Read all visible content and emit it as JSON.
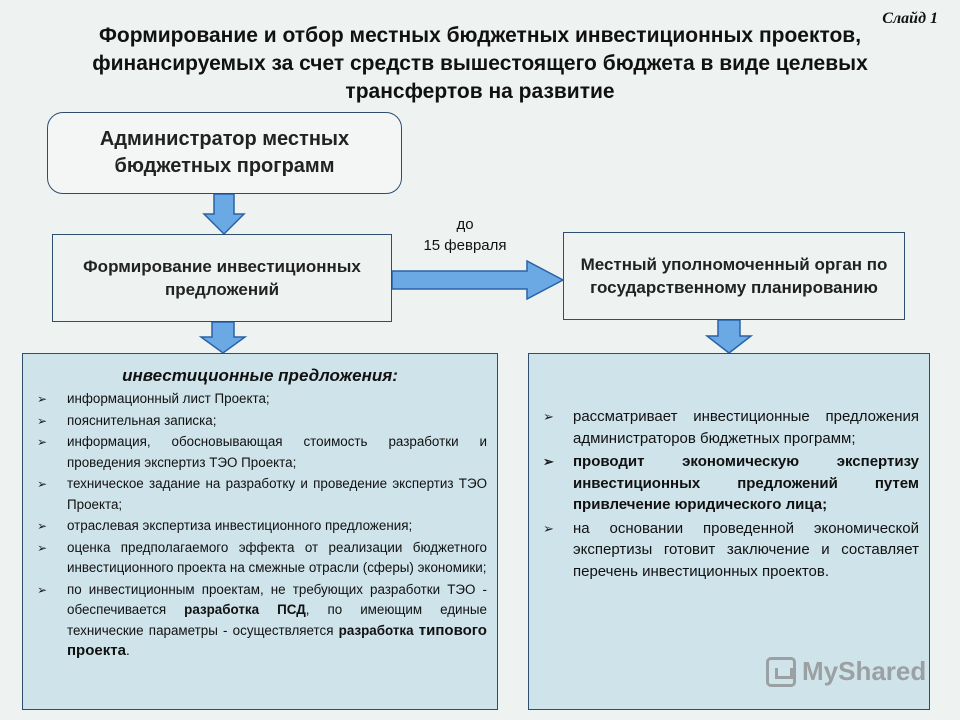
{
  "slide_label": "Слайд 1",
  "title": "Формирование и отбор местных бюджетных инвестиционных проектов, финансируемых за счет средств вышестоящего бюджета в виде целевых трансфертов на развитие",
  "admin_box": {
    "text": "Администратор местных бюджетных программ"
  },
  "formation_box": {
    "text": "Формирование инвестиционных предложений"
  },
  "deadline": {
    "line1": "до",
    "line2": "15 февраля"
  },
  "planning_box": {
    "text": "Местный уполномоченный орган по государственному планированию"
  },
  "left_panel": {
    "heading": "инвестиционные предложения:",
    "items": [
      "информационный лист Проекта;",
      "пояснительная записка;",
      "информация, обосновывающая стоимость разработки и проведения экспертиз ТЭО Проекта;",
      "техническое задание на разработку и проведение экспертиз ТЭО Проекта;",
      "отраслевая экспертиза инвестиционного предложения;",
      "оценка предполагаемого эффекта от реализации бюджетного инвестиционного проекта на смежные отрасли (сферы) экономики;"
    ],
    "last_item": {
      "part1": "по инвестиционным проектам, не требующих разработки ТЭО - обеспечивается ",
      "bold1": "разработка ПСД",
      "part2": ", по имеющим единые технические параметры - осуществляется ",
      "bold2": "разработка",
      "part3": " ",
      "bold3": "типового проекта",
      "part4": "."
    }
  },
  "right_panel": {
    "items": [
      {
        "text": "рассматривает инвестиционные предложения администраторов бюджетных программ;",
        "bold": false
      },
      {
        "text": "проводит экономическую экспертизу инвестиционных предложений путем привлечение юридического лица;",
        "bold": true
      },
      {
        "text": "на основании проведенной экономической экспертизы готовит заключение и составляет перечень инвестиционных проектов.",
        "bold": false
      }
    ]
  },
  "watermark": {
    "text": "MyShared"
  },
  "colors": {
    "arrow_fill": "#6aa9e3",
    "arrow_stroke": "#2a62a8",
    "panel_bg": "#cfe3ea",
    "border": "#2f4e6e"
  }
}
